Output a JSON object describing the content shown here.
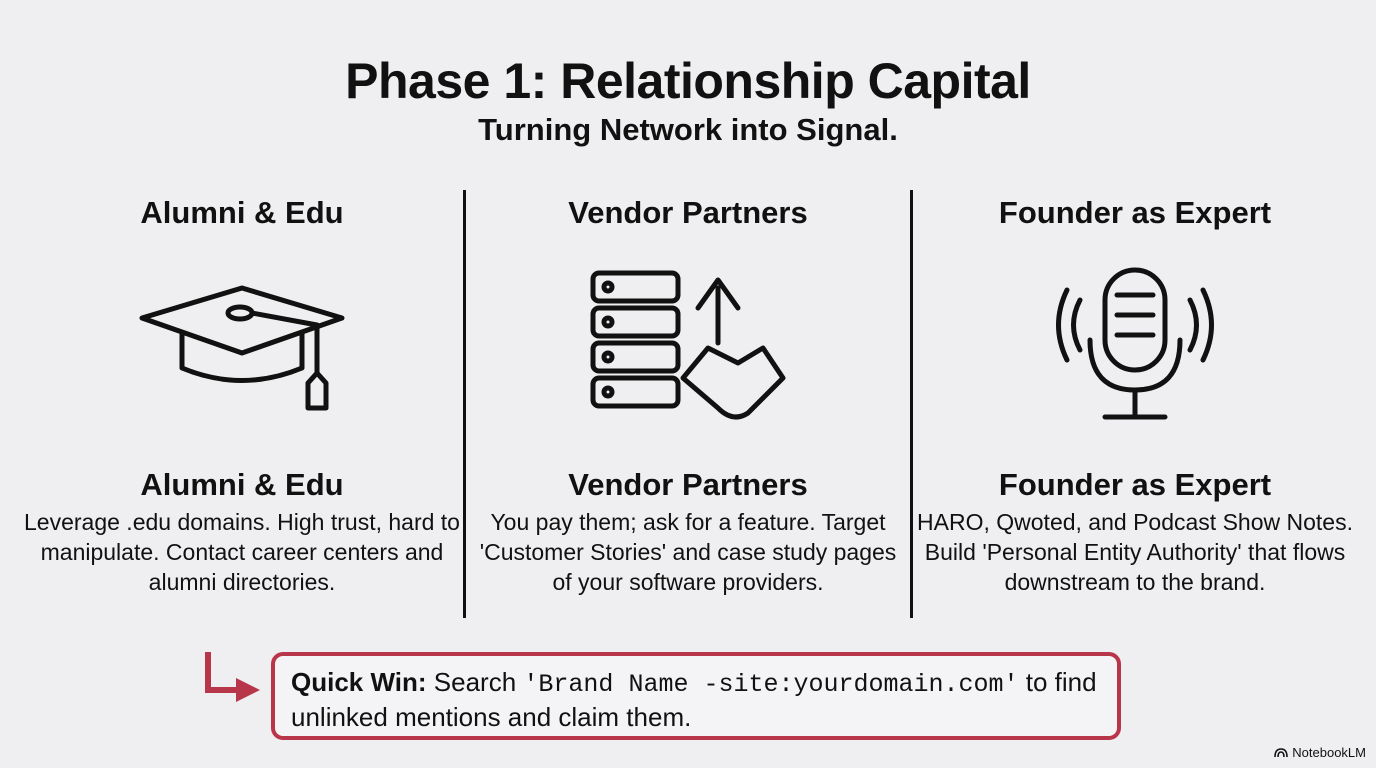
{
  "title": "Phase 1: Relationship Capital",
  "subtitle": "Turning Network into Signal.",
  "columns": [
    {
      "heading": "Alumni & Edu",
      "icon": "graduation-cap-icon",
      "subheading": "Alumni & Edu",
      "body": "Leverage .edu domains. High trust, hard to manipulate. Contact career centers and alumni directories."
    },
    {
      "heading": "Vendor Partners",
      "icon": "server-handshake-icon",
      "subheading": "Vendor Partners",
      "body": "You pay them; ask for a feature. Target 'Customer Stories' and case study pages of your software providers."
    },
    {
      "heading": "Founder as Expert",
      "icon": "microphone-icon",
      "subheading": "Founder as Expert",
      "body": "HARO, Qwoted, and Podcast Show Notes. Build 'Personal Entity Authority' that flows downstream to the brand."
    }
  ],
  "quick_win": {
    "label": "Quick Win:",
    "text_before": "Search",
    "code": "'Brand Name -site:yourdomain.com'",
    "text_after": "to find unlinked mentions and claim them."
  },
  "brand": "NotebookLM",
  "colors": {
    "accent": "#b8364a",
    "background": "#efeff1"
  }
}
